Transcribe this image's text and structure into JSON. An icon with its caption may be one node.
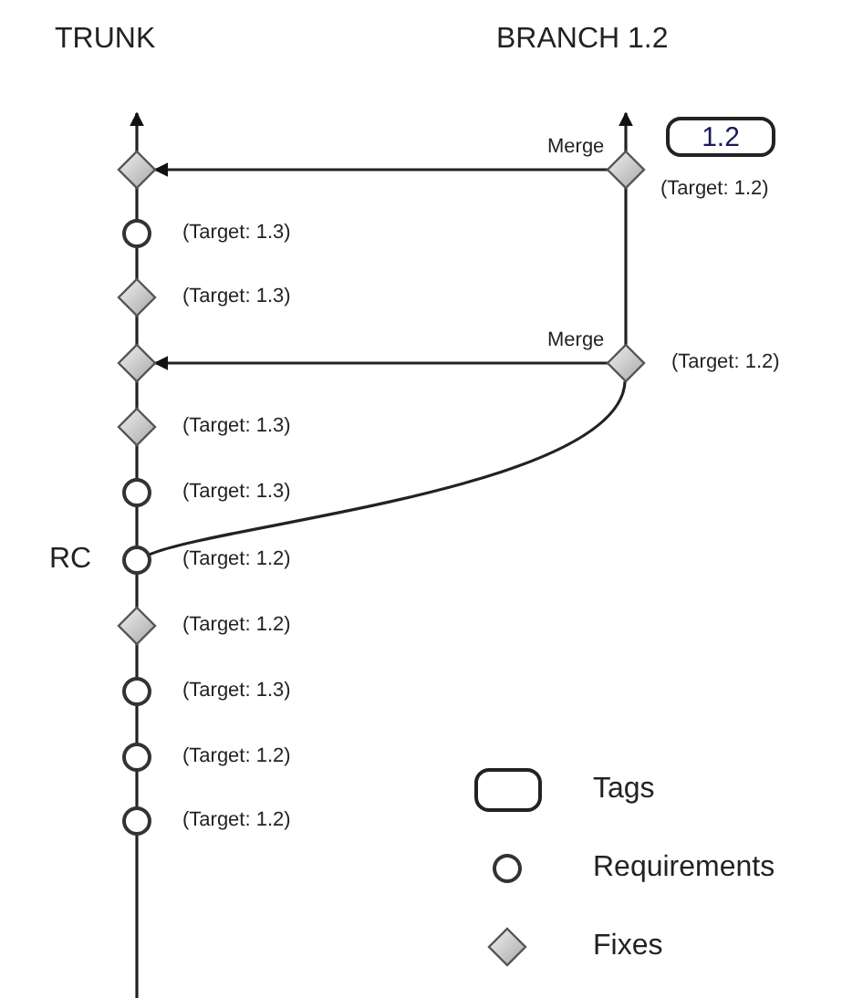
{
  "diagram": {
    "nodes": [
      {
        "text": [
          "1.2"
        ]
      },
      {
        "text": [],
        "shape": "diamond"
      },
      {
        "text": [],
        "shape": "diamond",
        "beside": [
          "(Target: 1.2)"
        ]
      },
      {
        "text": [],
        "shape": "circle",
        "beside": [
          "(Target: 1.3)"
        ]
      },
      {
        "text": [],
        "shape": "diamond",
        "beside": [
          "(Target: 1.3)"
        ]
      },
      {
        "text": [],
        "shape": "diamond"
      },
      {
        "text": [],
        "shape": "diamond",
        "beside": [
          "(Target: 1.2)"
        ]
      },
      {
        "text": [],
        "shape": "diamond",
        "beside": [
          "(Target: 1.3)"
        ]
      },
      {
        "text": [],
        "shape": "circle",
        "beside": [
          "(Target: 1.3)"
        ]
      },
      {
        "text": [],
        "shape": "circle",
        "beside": [
          "RC",
          "(Target: 1.2)"
        ]
      },
      {
        "text": [],
        "shape": "diamond",
        "beside": [
          "(Target: 1.2)"
        ]
      },
      {
        "text": [],
        "shape": "circle",
        "beside": [
          "(Target: 1.3)"
        ]
      },
      {
        "text": [],
        "shape": "circle",
        "beside": [
          "(Target: 1.2)"
        ]
      },
      {
        "text": [],
        "shape": "circle",
        "beside": [
          "(Target: 1.2)"
        ]
      }
    ],
    "edges": [
      {
        "from": null,
        "to": 13,
        "arrow": "none"
      },
      {
        "from": 13,
        "to": 12,
        "arrow": "none"
      },
      {
        "from": 12,
        "to": 11,
        "arrow": "none"
      },
      {
        "from": 11,
        "to": 10,
        "arrow": "none"
      },
      {
        "from": 10,
        "to": 9,
        "arrow": "none"
      },
      {
        "from": 9,
        "to": 8,
        "arrow": "none"
      },
      {
        "from": 8,
        "to": 7,
        "arrow": "none"
      },
      {
        "from": 7,
        "to": 5,
        "arrow": "none"
      },
      {
        "from": 5,
        "to": 4,
        "arrow": "none"
      },
      {
        "from": 4,
        "to": 3,
        "arrow": "none"
      },
      {
        "from": 3,
        "to": 1,
        "arrow": "none"
      },
      {
        "from": 1,
        "to": null,
        "arrow": "to"
      },
      {
        "from": 9,
        "to": 6,
        "arrow": "none"
      },
      {
        "from": 6,
        "to": 2,
        "arrow": "none"
      },
      {
        "from": 2,
        "to": null,
        "arrow": "to"
      },
      {
        "from": 2,
        "to": 1,
        "arrow": "to",
        "label": "Merge"
      },
      {
        "from": 6,
        "to": 5,
        "arrow": "to",
        "label": "Merge"
      }
    ],
    "labels": [
      "TRUNK",
      "BRANCH 1.2"
    ],
    "legend": [
      {
        "text": "Tags"
      },
      {
        "text": "Requirements"
      },
      {
        "text": "Fixes"
      }
    ]
  }
}
